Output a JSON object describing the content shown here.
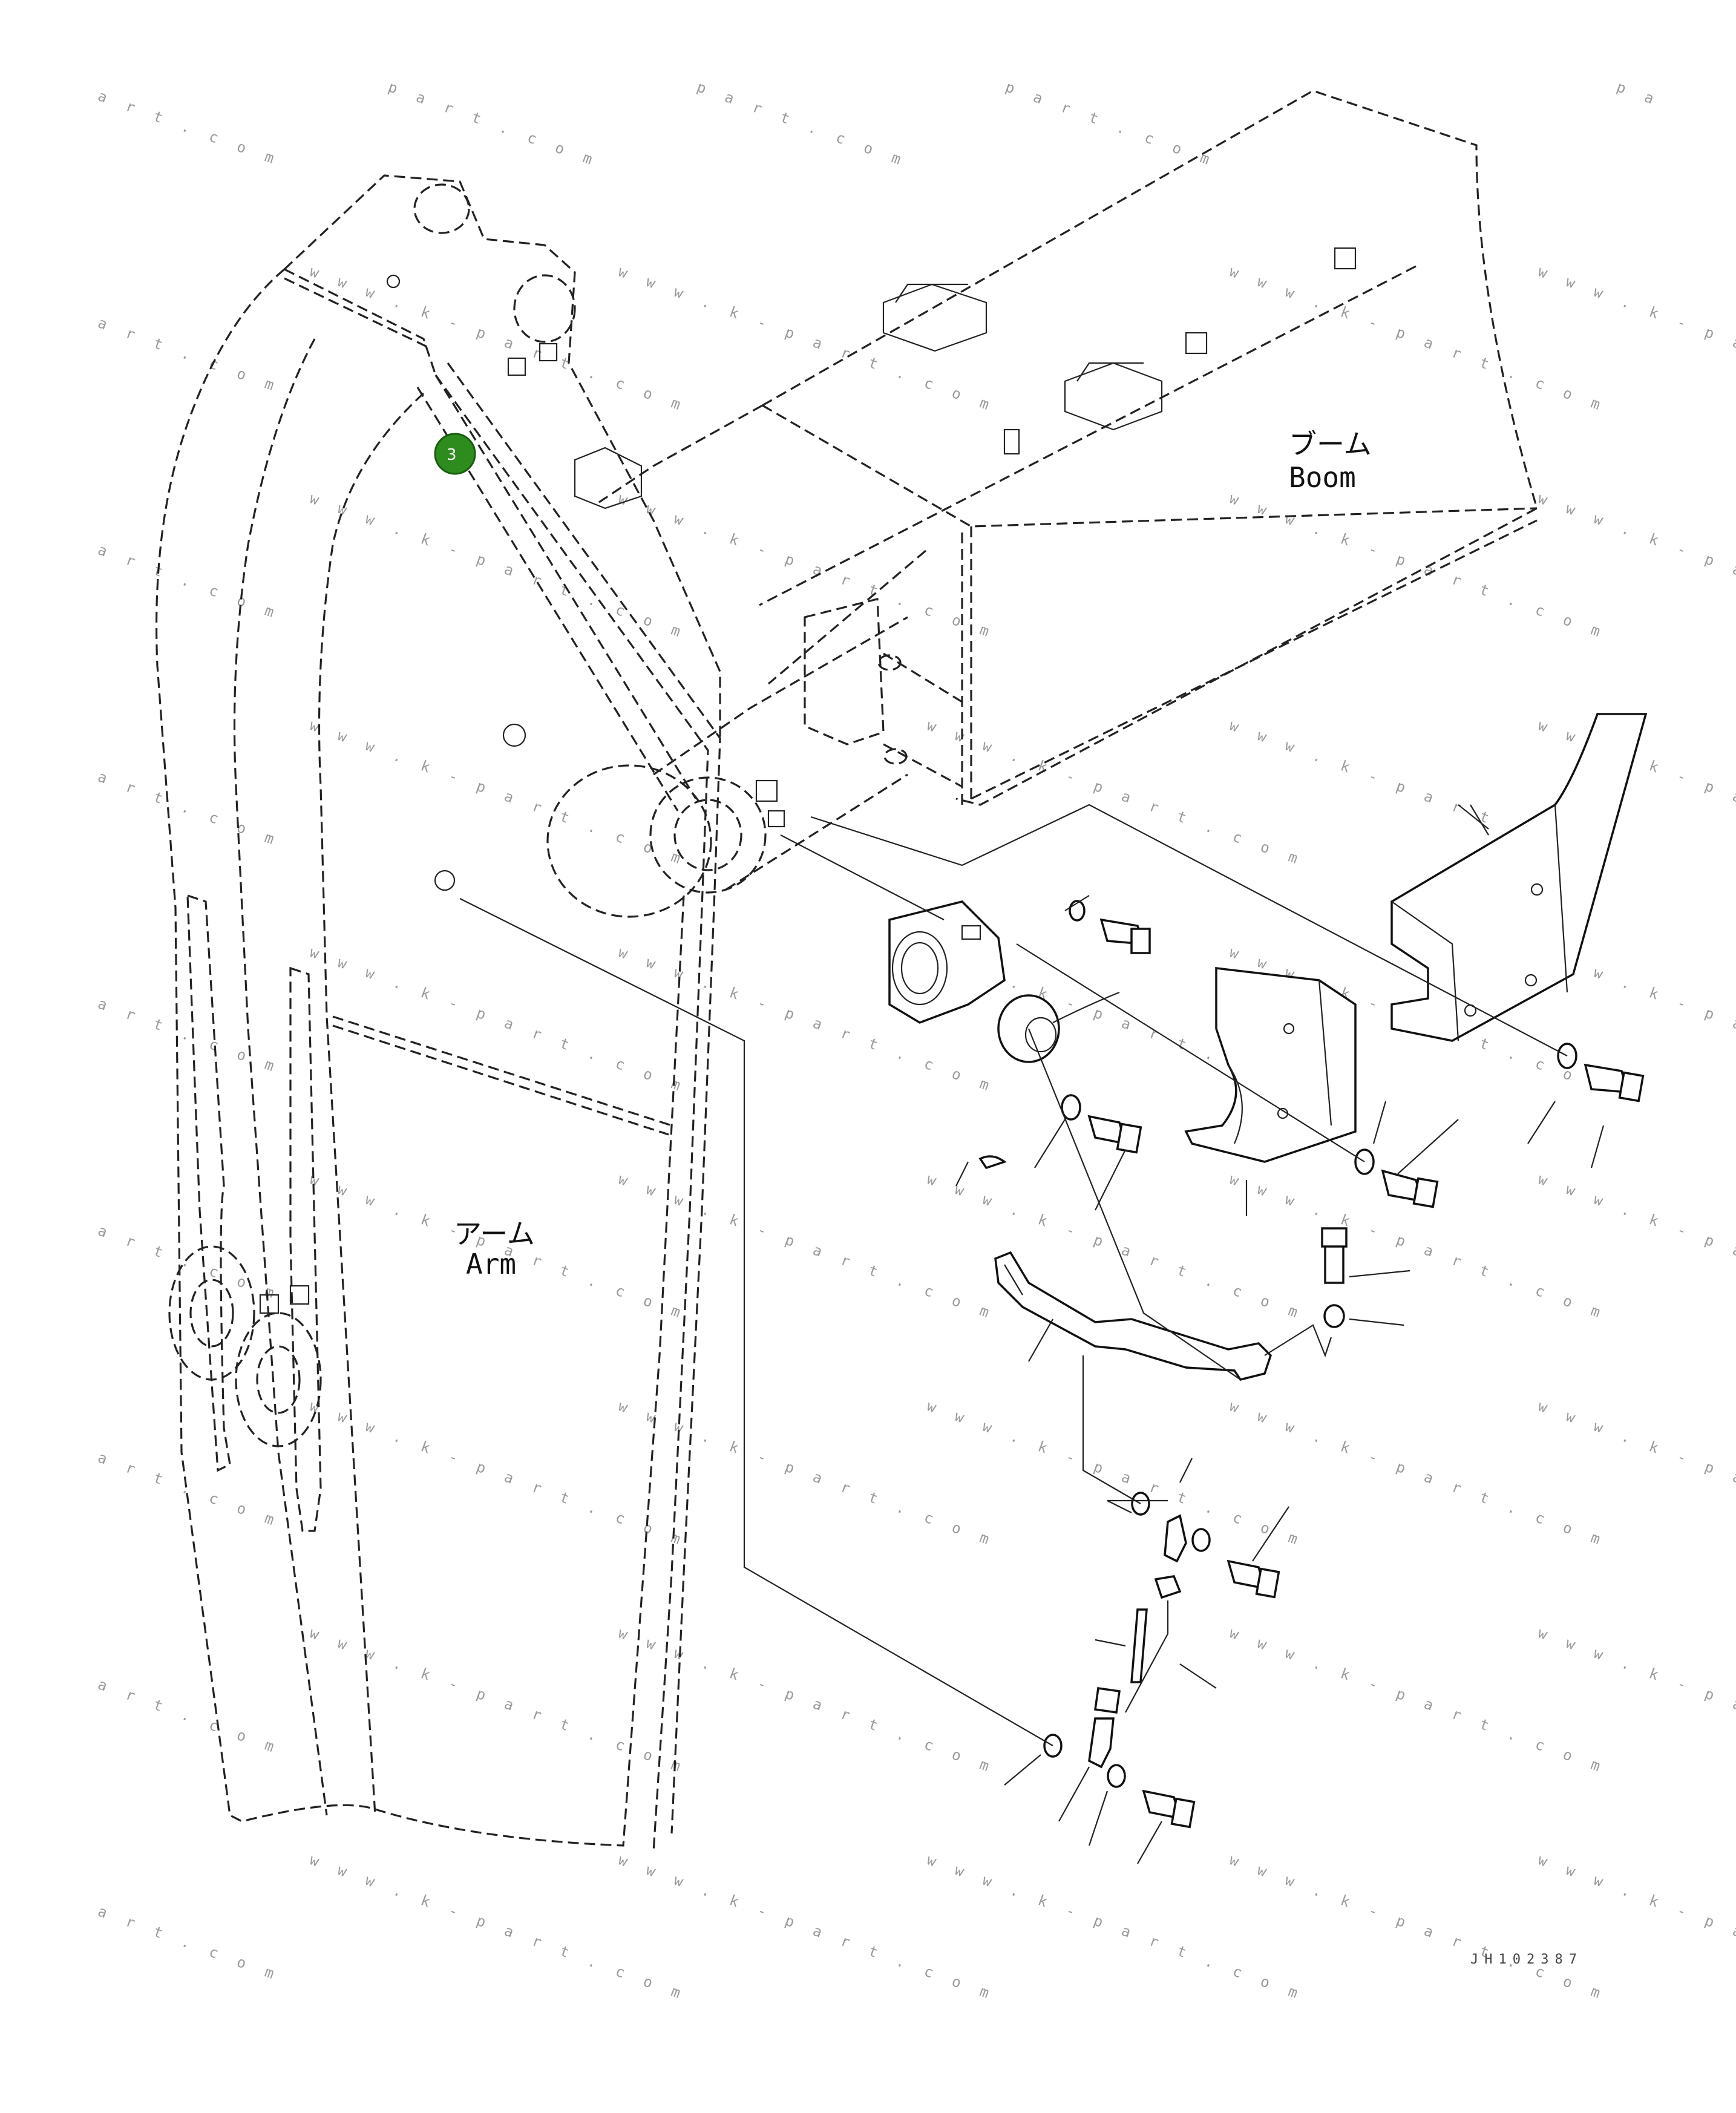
{
  "watermark": {
    "main": "w w w . k - p a r t . c o m",
    "short_left": "a r t . c o m",
    "short_top": "p a r t . c o m",
    "short_right_top": "p a",
    "short_right": "w w w . k - p a"
  },
  "labels": {
    "boom_jp": "ブーム",
    "boom_en": "Boom",
    "arm_jp": "アーム",
    "arm_en": "Arm"
  },
  "callout": {
    "number": "3",
    "color": "#2e8b1e"
  },
  "drawing_code": "JH102387",
  "colors": {
    "line": "#111111",
    "watermark": "#9a9a9a"
  }
}
